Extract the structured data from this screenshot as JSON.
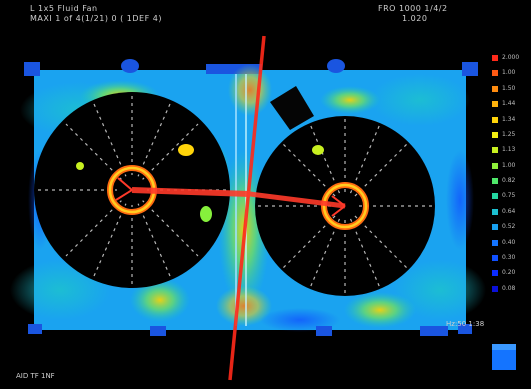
{
  "header": {
    "left_line1": "L 1x5 Fluid Fan",
    "left_line2": "MAXI 1 of 4(1/21) 0 ( 1DEF 4)",
    "right_line1": "FRO 1000 1/4/2",
    "right_line2": "1.020"
  },
  "legend": {
    "labels": [
      "2.000",
      "1.00",
      "1.50",
      "1.44",
      "1.34",
      "1.25",
      "1.13",
      "1.00",
      "0.82",
      "0.75",
      "0.64",
      "0.52",
      "0.40",
      "0.30",
      "0.20",
      "0.08"
    ],
    "colors": [
      "#ff2a1a",
      "#ff5a14",
      "#ff8c10",
      "#ffb20c",
      "#ffd40a",
      "#f2ee12",
      "#c8f020",
      "#8ef03a",
      "#4fe86a",
      "#24d6a0",
      "#1cc0d0",
      "#18a0f0",
      "#1474ff",
      "#1050ff",
      "#0c2cff",
      "#0a10d8"
    ]
  },
  "footer": {
    "left": "AID TF 1NF",
    "mid": "Hz:50 1:38"
  },
  "colors": {
    "background": "#000000",
    "shroud_base": "#1aa3f0",
    "fan_disk": "#000000",
    "hub_ring": "#ffb020",
    "beam": "#ff3a2a"
  },
  "icons": {
    "triad": "view-triad-icon"
  }
}
